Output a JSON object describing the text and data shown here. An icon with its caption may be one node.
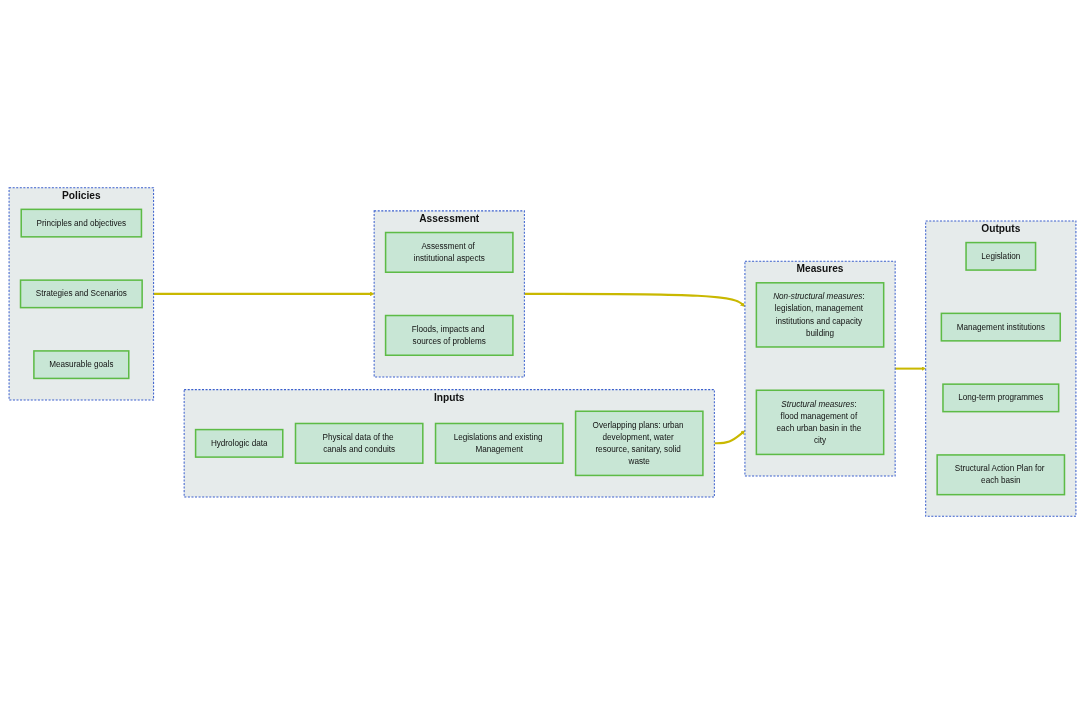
{
  "diagram": {
    "nodes": [
      {
        "text": [
          "Policies"
        ]
      },
      {
        "text": [
          "Principles and objectives"
        ],
        "in": 0
      },
      {
        "text": [
          "Strategies and Scenarios"
        ],
        "in": 0
      },
      {
        "text": [
          "Measurable goals"
        ],
        "in": 0
      },
      {
        "text": [
          "Assessment"
        ]
      },
      {
        "text": [
          "Assessment of institutional aspects"
        ],
        "in": 4
      },
      {
        "text": [
          "Floods, impacts and sources of problems"
        ],
        "in": 4
      },
      {
        "text": [
          "Measures"
        ]
      },
      {
        "text": [
          "*Non-structural measures*: legislation, management institutions and capacity building"
        ],
        "in": 7
      },
      {
        "text": [
          "*Structural measures*: flood management of each urban basin in the city"
        ],
        "in": 7
      },
      {
        "text": [
          "Outputs"
        ]
      },
      {
        "text": [
          "Legislation"
        ],
        "in": 10
      },
      {
        "text": [
          "Management institutions"
        ],
        "in": 10
      },
      {
        "text": [
          "Long-term programmes"
        ],
        "in": 10
      },
      {
        "text": [
          "Structural Action Plan for each basin"
        ],
        "in": 10
      },
      {
        "text": [
          "Inputs"
        ]
      },
      {
        "text": [
          "Hydrologic data"
        ],
        "in": 15
      },
      {
        "text": [
          "Physical data of the canals and conduits"
        ],
        "in": 15
      },
      {
        "text": [
          "Legislations and existing Management"
        ],
        "in": 15
      },
      {
        "text": [
          "Overlapping plans: urban development, water resource, sanitary, solid waste"
        ],
        "in": 15
      }
    ],
    "edges": [
      {
        "from": 0,
        "to": 4,
        "arrow": "to"
      },
      {
        "from": 4,
        "to": 7,
        "arrow": "to"
      },
      {
        "from": 7,
        "to": 10,
        "arrow": "to"
      },
      {
        "from": 15,
        "to": 7,
        "arrow": "to"
      }
    ]
  }
}
